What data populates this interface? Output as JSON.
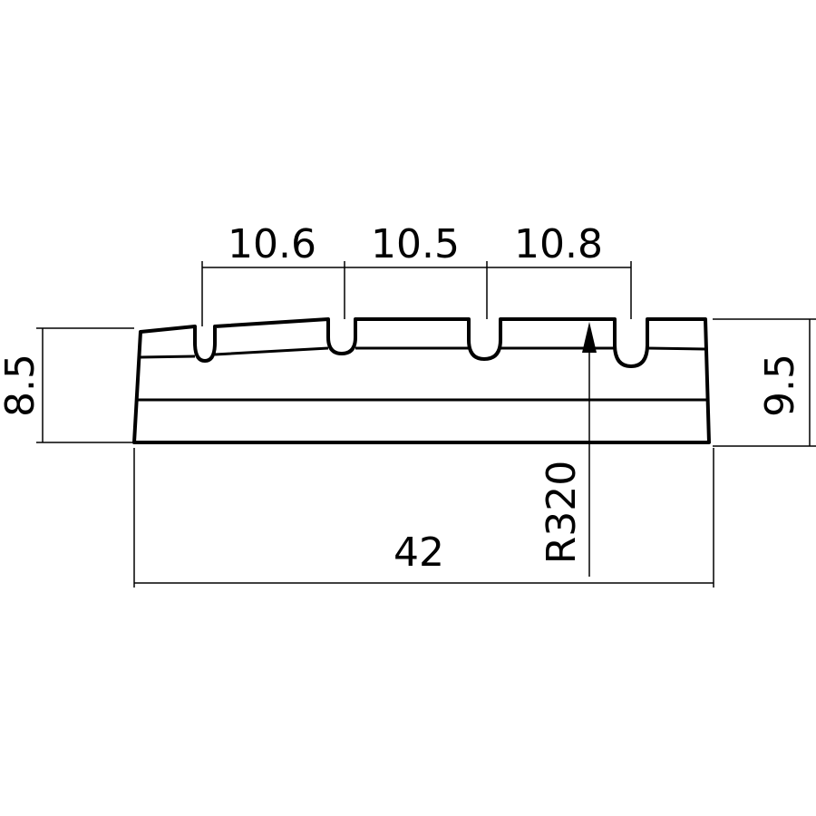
{
  "drawing": {
    "subject": "bass-nut",
    "colors": {
      "line": "#000000",
      "background": "#ffffff"
    },
    "dimensions": {
      "string_spacing_1": "10.6",
      "string_spacing_2": "10.5",
      "string_spacing_3": "10.8",
      "left_height": "8.5",
      "right_height": "9.5",
      "width": "42",
      "radius": "R320"
    }
  }
}
